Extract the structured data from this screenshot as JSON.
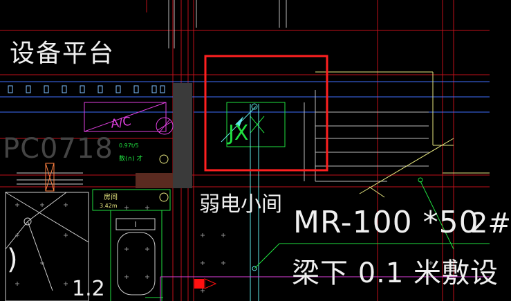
{
  "drawing": {
    "room_platform": "设备平台",
    "ac_unit": "A/C",
    "ac_note_1": "0.97t/5",
    "ac_note_2": "数(∩) 才",
    "partial_label": "PC0718",
    "weak_current_room": "弱电小间",
    "duct_spec": "MR-100 *50",
    "duct_number": "2#",
    "install_note": "梁下 0.1 米敷设",
    "jx_box": "JX",
    "room_label": "房间",
    "room_sub": "3.42m",
    "bottom_left_1": ")",
    "bottom_left_2": "1.2"
  },
  "colors": {
    "background": "#000000",
    "highlight": "#ff2020",
    "wall_red": "#c0101a",
    "yellow": "#e8e880",
    "green": "#20e040",
    "cyan": "#60e8e8",
    "magenta": "#e040e0",
    "blue": "#4070ff",
    "white": "#f0f0f0",
    "wall_fill": "#3a3a3a"
  }
}
